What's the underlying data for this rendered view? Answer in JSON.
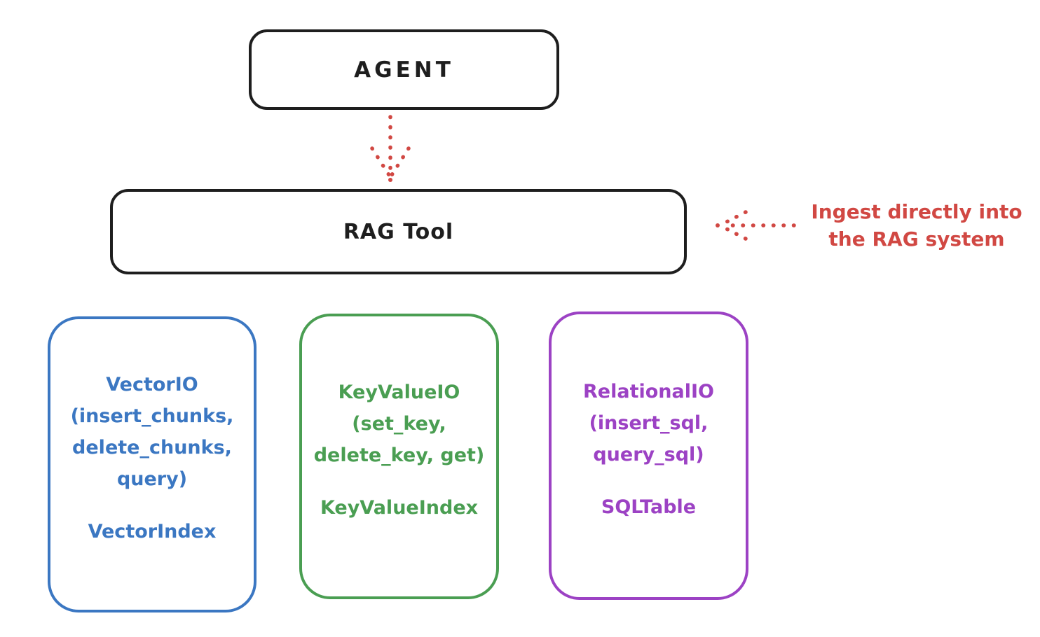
{
  "diagram": {
    "agent": {
      "label": "AGENT"
    },
    "rag_tool": {
      "label": "RAG Tool"
    },
    "annotation": {
      "line1": "Ingest directly into",
      "line2": "the RAG system"
    },
    "backends": [
      {
        "id": "vector-io",
        "color": "#3b77c2",
        "lines": [
          "VectorIO",
          "(insert_chunks,",
          "delete_chunks,",
          "query)"
        ],
        "index_label": "VectorIndex"
      },
      {
        "id": "keyvalue-io",
        "color": "#4a9e52",
        "lines": [
          "KeyValueIO",
          "(set_key,",
          "delete_key, get)"
        ],
        "index_label": "KeyValueIndex"
      },
      {
        "id": "relational-io",
        "color": "#9c42c4",
        "lines": [
          "RelationalIO",
          "(insert_sql,",
          "query_sql)"
        ],
        "index_label": "SQLTable"
      }
    ],
    "colors": {
      "stroke": "#1e1e1e",
      "red": "#d14843"
    }
  }
}
